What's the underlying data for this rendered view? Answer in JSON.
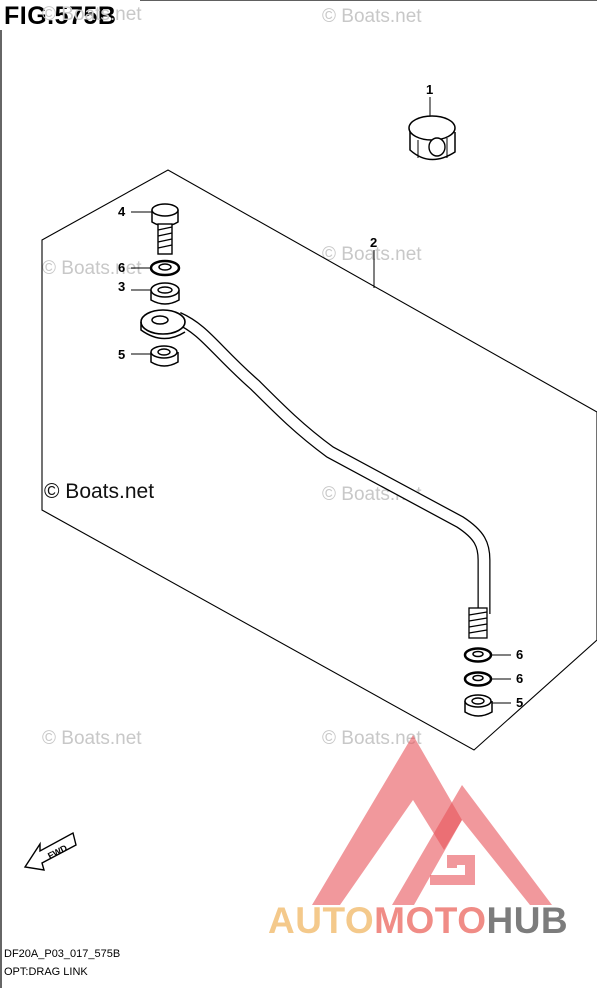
{
  "figure": {
    "title": "FIG.575B",
    "code": "DF20A_P03_017_575B",
    "caption": "OPT:DRAG LINK"
  },
  "watermarks": {
    "faint_text": "© Boats.net",
    "main_text": "© Boats.net"
  },
  "callouts": [
    "1",
    "2",
    "3",
    "4",
    "5",
    "5",
    "6",
    "6",
    "6"
  ],
  "parts": [
    {
      "ref": "1",
      "shape": "nut"
    },
    {
      "ref": "2",
      "shape": "drag-link"
    },
    {
      "ref": "3",
      "shape": "spacer"
    },
    {
      "ref": "4",
      "shape": "bolt"
    },
    {
      "ref": "5",
      "shape": "lock-nut"
    },
    {
      "ref": "6",
      "shape": "washer"
    }
  ],
  "fwd_arrow": {
    "label": "FWD"
  },
  "brand": {
    "part1": "AUTO",
    "part2": "MOTO",
    "part3": "HUB"
  },
  "colors": {
    "line": "#000000",
    "watermark": "#c8c8c8",
    "logo_red": "#f08c86",
    "logo_orange": "#f4c98b",
    "logo_gray": "#7c7c7c"
  }
}
